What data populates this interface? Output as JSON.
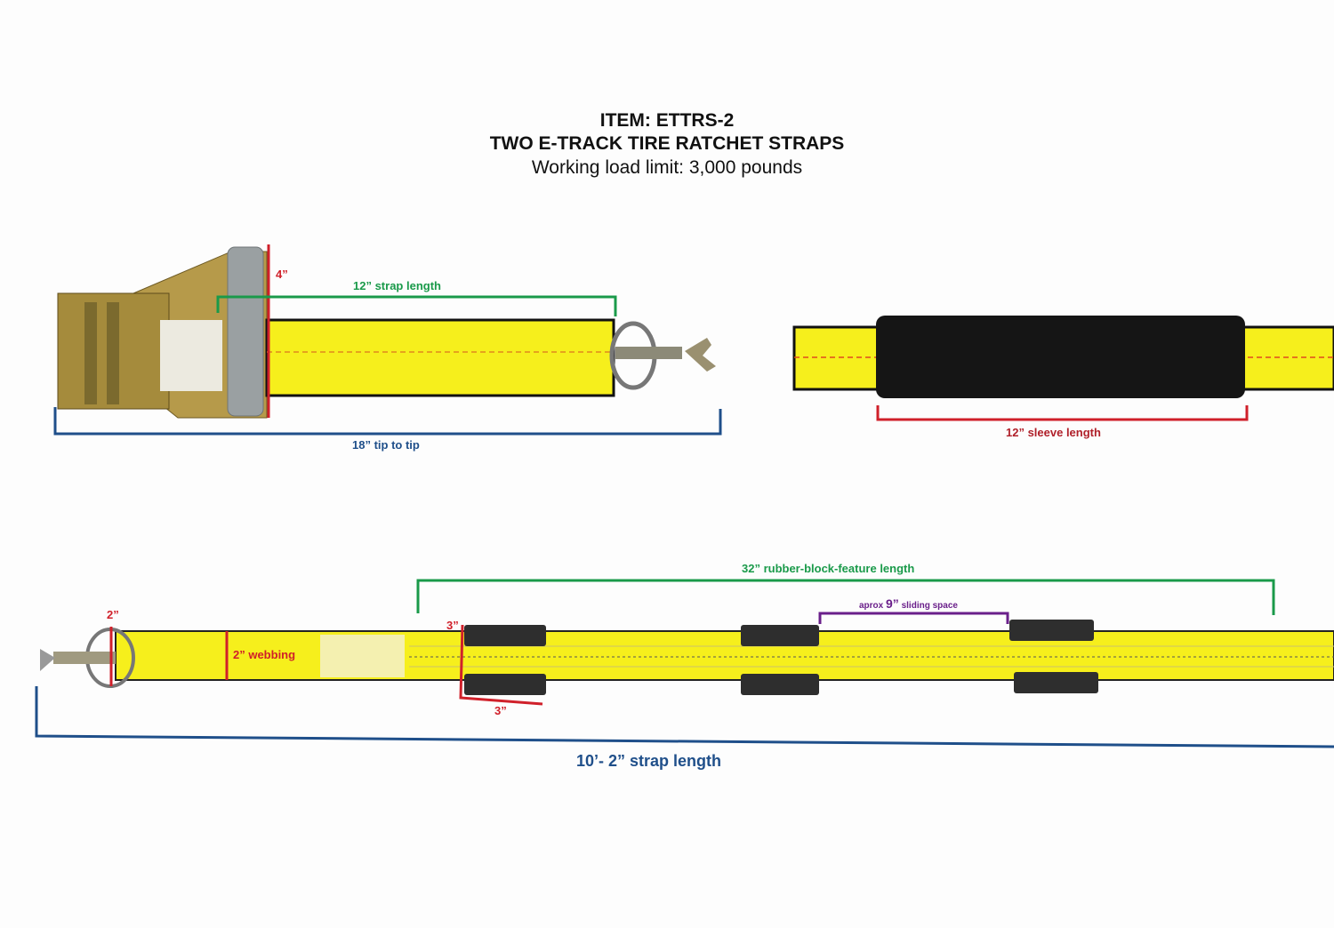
{
  "header": {
    "item": "ITEM: ETTRS-2",
    "product": "TWO E-TRACK TIRE RATCHET STRAPS",
    "load_limit": "Working load limit: 3,000 pounds"
  },
  "ratchet_view": {
    "height_label": "4”",
    "strap_length_label": "12” strap length",
    "tip_to_tip_label": "18” tip to tip"
  },
  "sleeve_view": {
    "sleeve_length_label": "12” sleeve length"
  },
  "strap_view": {
    "ring_label": "2”",
    "webbing_label": "2” webbing",
    "block_height_label": "3”",
    "block_width_label": "3”",
    "feature_length_label": "32” rubber-block-feature length",
    "sliding_prefix": "aprox",
    "sliding_value": "9”",
    "sliding_suffix": "sliding space",
    "total_length_label": "10’- 2” strap length"
  },
  "colors": {
    "webbing": "#f6ef1c",
    "red": "#d0202a",
    "green": "#1a9a4a",
    "blue": "#1f4f8a",
    "purple": "#6a1f8a",
    "rubber": "#2e2e2e"
  }
}
